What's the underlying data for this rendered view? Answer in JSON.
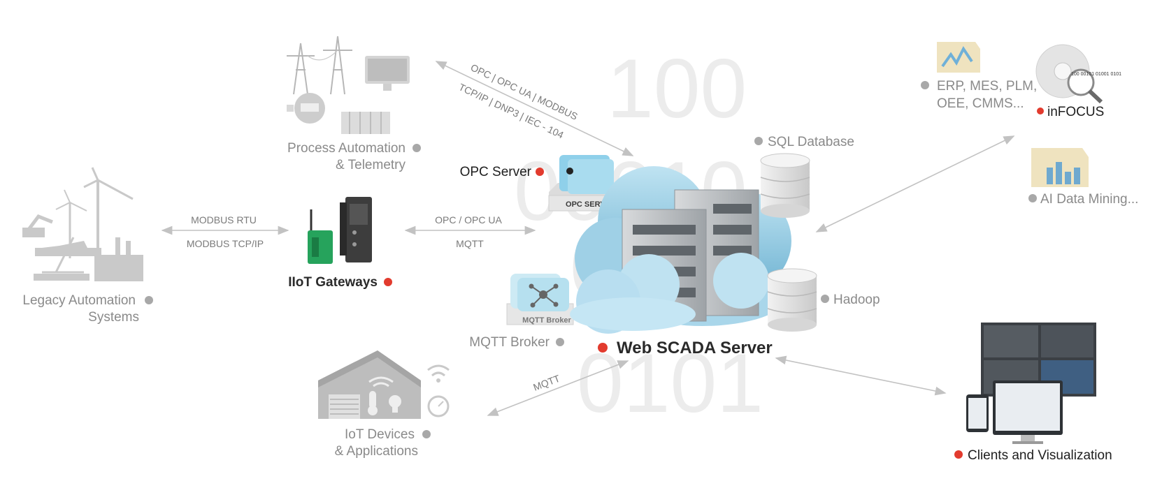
{
  "nodes": {
    "legacy": {
      "line1": "Legacy Automation",
      "line2": "Systems"
    },
    "process": {
      "line1": "Process Automation",
      "line2": "& Telemetry"
    },
    "gateways": {
      "label": "IIoT Gateways"
    },
    "iot": {
      "line1": "IoT Devices",
      "line2": "& Applications"
    },
    "opc_server": {
      "label": "OPC Server",
      "badge": "OPC SERVER"
    },
    "mqtt_broker": {
      "label": "MQTT Broker",
      "badge": "MQTT Broker"
    },
    "web_scada": {
      "label": "Web SCADA Server"
    },
    "sql": {
      "label": "SQL Database"
    },
    "hadoop": {
      "label": "Hadoop"
    },
    "erp": {
      "line1": "ERP, MES, PLM,",
      "line2": "OEE, CMMS..."
    },
    "infocus": {
      "label": "inFOCUS",
      "disc_text": "100 00101 01001 0101"
    },
    "ai": {
      "label": "AI Data Mining..."
    },
    "clients": {
      "label": "Clients and Visualization"
    }
  },
  "protocols": {
    "legacy_gateway": {
      "line1": "MODBUS RTU",
      "line2": "MODBUS TCP/IP"
    },
    "gateway_server": {
      "line1": "OPC / OPC UA",
      "line2": "MQTT"
    },
    "process_server": {
      "line1": "OPC | OPC UA | MODBUS",
      "line2": "TCP/IP | DNP3 | IEC - 104"
    },
    "iot_server": {
      "label": "MQTT"
    }
  },
  "background_digits": {
    "row1": "100",
    "row2": "00010",
    "row3": "01",
    "row4": "0101"
  },
  "colors": {
    "accent_red": "#e23b2e",
    "muted_dot": "#a8a8a8",
    "cloud_blue": "#8cc6df",
    "arrow_gray": "#c2c2c2"
  }
}
